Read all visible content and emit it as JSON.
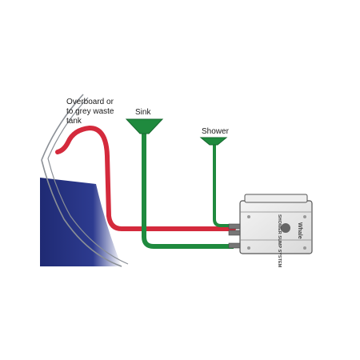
{
  "labels": {
    "overboard_line1": "Overboard or",
    "overboard_line2": "to grey waste",
    "overboard_line3": "tank",
    "sink": "Sink",
    "shower": "Shower"
  },
  "unit_label": {
    "line1": "SHOWER SUMP SYSTEM",
    "brand": "Whale"
  },
  "colors": {
    "drain_line": "#d42a3c",
    "fixture_line": "#1f8a3e",
    "hull_navy": "#1f2a73",
    "hull_outline": "#8a8f96"
  }
}
